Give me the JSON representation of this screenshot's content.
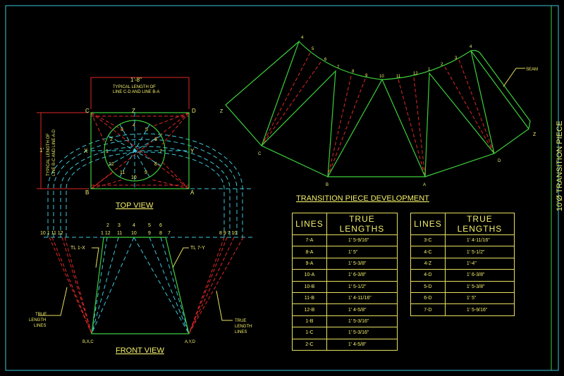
{
  "title_block": "10'Ø TRANSITION PIECE",
  "top_view": {
    "title": "TOP VIEW",
    "dim_top": "1'-8\"",
    "dim_top_note": [
      "TYPICAL LENGTH OF",
      "LINE C-D AND LINE B-A"
    ],
    "dim_side": "1'",
    "dim_side_note": [
      "TYPICAL LENGTH OF",
      "LINE B-C AND LINE A-D"
    ],
    "corners": [
      "C",
      "Z",
      "D",
      "B",
      "A",
      "X",
      "Y"
    ],
    "points": [
      "1",
      "2",
      "3",
      "4",
      "5",
      "6",
      "7",
      "8",
      "9",
      "10",
      "11",
      "12"
    ]
  },
  "front_view": {
    "title": "FRONT VIEW",
    "left_base": "B,X,C",
    "right_base": "A,Y,D",
    "tl_left": "TL 1-X",
    "tl_right": "TL 7-Y",
    "true_length_left": [
      "TRUE",
      "LENGTH",
      "LINES"
    ],
    "true_length_right": [
      "TRUE",
      "LENGTH",
      "LINES"
    ],
    "top_labels_left": "10 1 11 12",
    "top_labels_mid_upper": [
      "2",
      "3",
      "4",
      "5",
      "6"
    ],
    "top_labels_mid_lower": [
      "1 12",
      "11",
      "10",
      "9",
      "8",
      "7"
    ],
    "top_labels_right": "8 9 7 10"
  },
  "development": {
    "title": "TRANSITION PIECE DEVELOPMENT",
    "seam": "SEAM",
    "labels": [
      "Z",
      "4",
      "5",
      "6",
      "7",
      "8",
      "9",
      "10",
      "11",
      "12",
      "1",
      "2",
      "3",
      "4",
      "Z",
      "C",
      "B",
      "A",
      "D"
    ]
  },
  "table_left": {
    "headers": [
      "LINES",
      "TRUE LENGTHS"
    ],
    "rows": [
      [
        "7-A",
        "1' 5-9/16\""
      ],
      [
        "8-A",
        "1' 5\""
      ],
      [
        "9-A",
        "1' 5-3/8\""
      ],
      [
        "10-A",
        "1' 6-3/8\""
      ],
      [
        "10-B",
        "1' 5-1/2\""
      ],
      [
        "11-B",
        "1' 4-11/16\""
      ],
      [
        "12-B",
        "1' 4-5/8\""
      ],
      [
        "1-B",
        "1' 5-3/16\""
      ],
      [
        "1-C",
        "1' 5-3/16\""
      ],
      [
        "2-C",
        "1' 4-5/8\""
      ]
    ]
  },
  "table_right": {
    "headers": [
      "LINES",
      "TRUE LENGTHS"
    ],
    "rows": [
      [
        "3-C",
        "1' 4-11/16\""
      ],
      [
        "4-C",
        "1' 5-1/2\""
      ],
      [
        "4-Z",
        "1'-4\""
      ],
      [
        "4-D",
        "1' 6-3/8\""
      ],
      [
        "5-D",
        "1' 5-3/8\""
      ],
      [
        "6-D",
        "1' 5\""
      ],
      [
        "7-D",
        "1' 5-9/16\""
      ]
    ]
  }
}
